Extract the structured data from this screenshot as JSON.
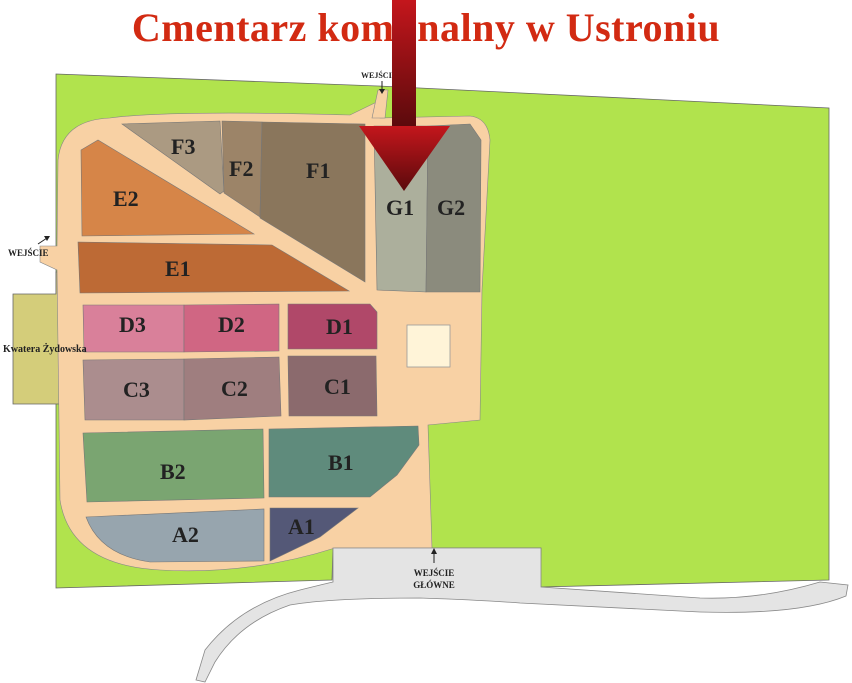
{
  "title": {
    "text": "Cmentarz komunalny w Ustroniu",
    "color": "#d22a12"
  },
  "colors": {
    "grass": "#b1e34d",
    "path": "#f8d1a4",
    "road": "#e4e4e4",
    "kwatera": "#d4cd7a",
    "plaza": "#fff4d8",
    "arrow": "#9b1216"
  },
  "sectors": [
    {
      "id": "F3",
      "label": "F3",
      "color": "#ab9a82"
    },
    {
      "id": "F2",
      "label": "F2",
      "color": "#9c8468"
    },
    {
      "id": "F1",
      "label": "F1",
      "color": "#8a765c"
    },
    {
      "id": "G1",
      "label": "G1",
      "color": "#acaf9c"
    },
    {
      "id": "G2",
      "label": "G2",
      "color": "#8b8b7d"
    },
    {
      "id": "E2",
      "label": "E2",
      "color": "#d68548"
    },
    {
      "id": "E1",
      "label": "E1",
      "color": "#bd6a35"
    },
    {
      "id": "D3",
      "label": "D3",
      "color": "#d9809a"
    },
    {
      "id": "D2",
      "label": "D2",
      "color": "#d06683"
    },
    {
      "id": "D1",
      "label": "D1",
      "color": "#b04869"
    },
    {
      "id": "C3",
      "label": "C3",
      "color": "#ab8d8e"
    },
    {
      "id": "C2",
      "label": "C2",
      "color": "#9f7e7f"
    },
    {
      "id": "C1",
      "label": "C1",
      "color": "#8b6a6d"
    },
    {
      "id": "B2",
      "label": "B2",
      "color": "#7aa571"
    },
    {
      "id": "B1",
      "label": "B1",
      "color": "#5f8b7c"
    },
    {
      "id": "A2",
      "label": "A2",
      "color": "#97a5ae"
    },
    {
      "id": "A1",
      "label": "A1",
      "color": "#545877"
    }
  ],
  "entrances": {
    "top": "WEJŚCIE",
    "left": "WEJŚCIE",
    "main_line1": "WEJŚCIE",
    "main_line2": "GŁÓWNE"
  },
  "kwatera": {
    "label": "Kwatera Żydowska"
  }
}
